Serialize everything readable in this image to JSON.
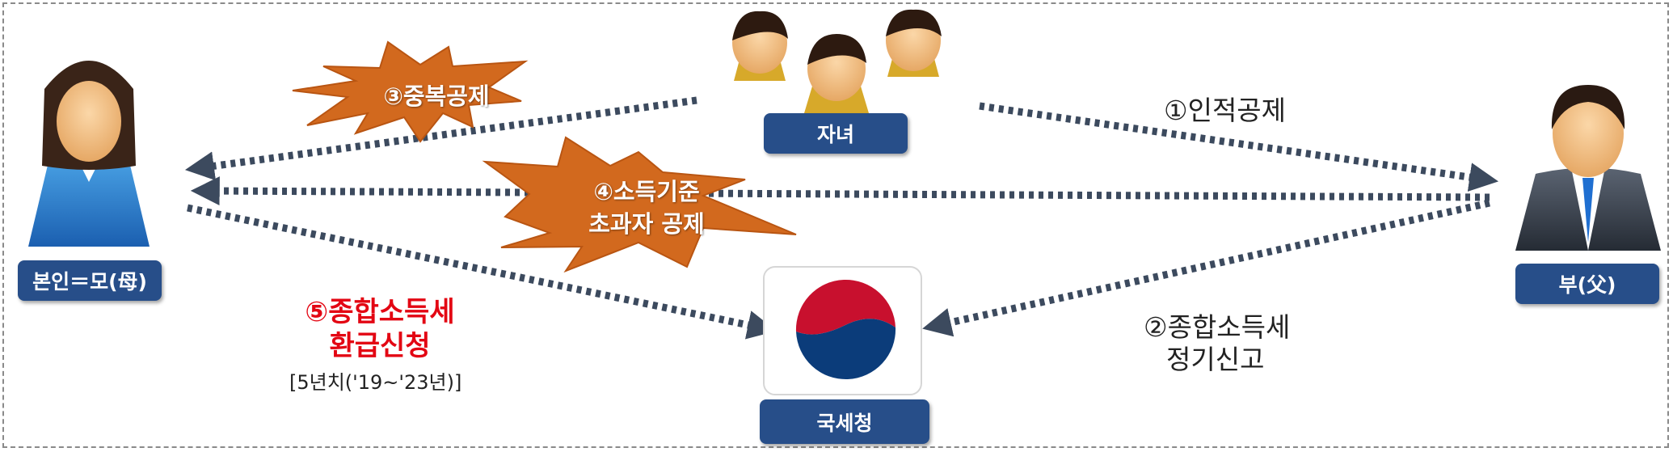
{
  "nodes": {
    "self": "본인＝모(母)",
    "children": "자녀",
    "father": "부(父)",
    "nts": "국세청"
  },
  "steps": {
    "s1": "①인적공제",
    "s2_line1": "②종합소득세",
    "s2_line2": "정기신고",
    "s3": "③중복공제",
    "s4_line1": "④소득기준",
    "s4_line2": "초과자 공제",
    "s5_line1": "⑤종합소득세",
    "s5_line2": "환급신청",
    "s5_note": "[5년치('19~'23년)]"
  },
  "icons": {
    "mother": "woman-avatar-icon",
    "father": "man-avatar-icon",
    "children": "children-icon",
    "nts": "nts-logo-icon"
  },
  "colors": {
    "label_box": "#274e89",
    "arrow": "#3c4a5e",
    "burst": "#d2691e",
    "highlight": "#e30613"
  }
}
